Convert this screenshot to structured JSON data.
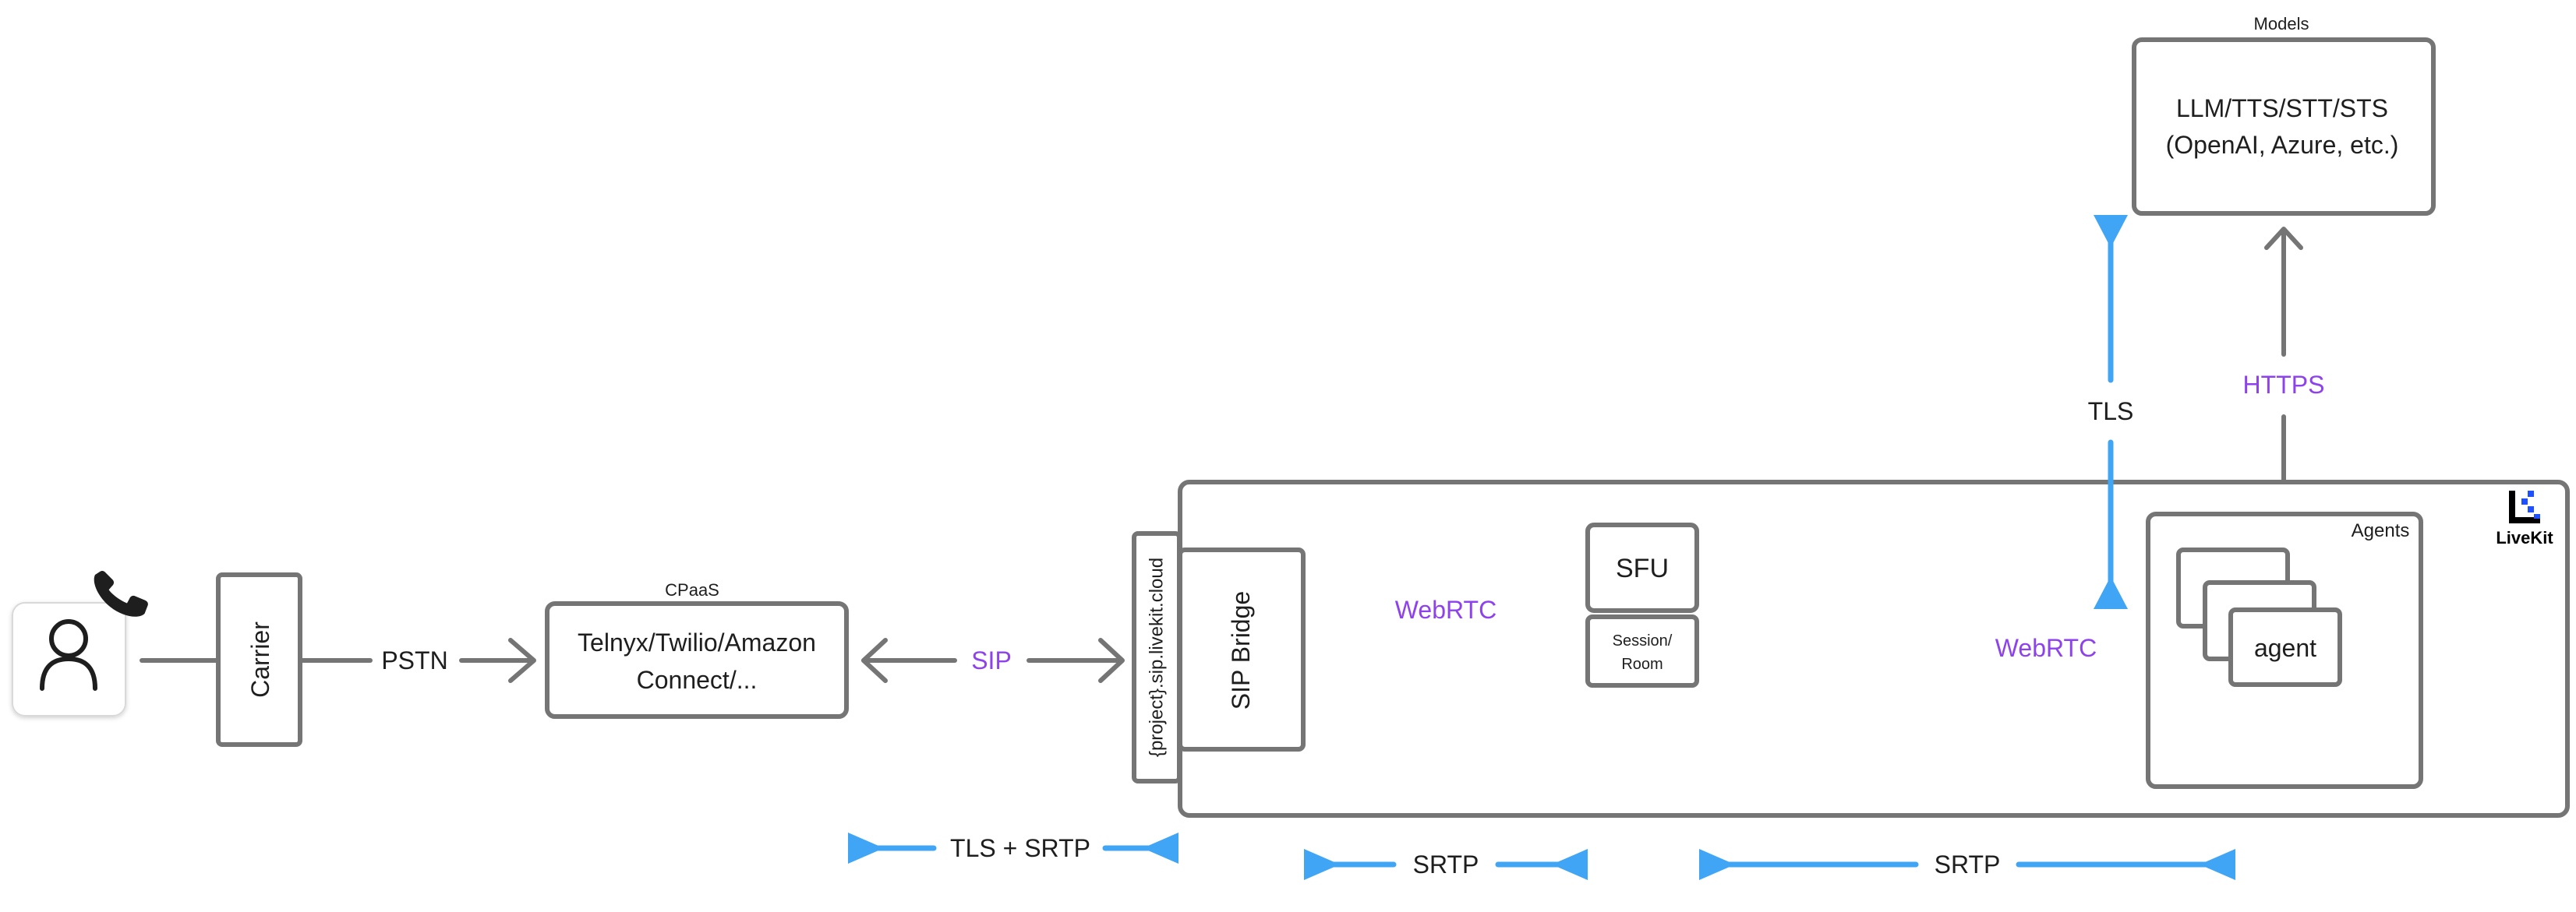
{
  "nodes": {
    "carrier": "Carrier",
    "cpaas_title": "CPaaS",
    "cpaas_line1": "Telnyx/Twilio/Amazon",
    "cpaas_line2": "Connect/...",
    "sip_domain": "{project}.sip.livekit.cloud",
    "sip_bridge": "SIP Bridge",
    "sfu": "SFU",
    "session_line1": "Session/",
    "session_line2": "Room",
    "agents_title": "Agents",
    "agent": "agent",
    "models_title": "Models",
    "models_line1": "LLM/TTS/STT/STS",
    "models_line2": "(OpenAI, Azure, etc.)",
    "livekit_logo": "LiveKit"
  },
  "connections": {
    "pstn": "PSTN",
    "sip": "SIP",
    "webrtc_bridge": "WebRTC",
    "webrtc_agent": "WebRTC",
    "https": "HTTPS",
    "tls": "TLS"
  },
  "security_bands": {
    "tls_srtp": "TLS + SRTP",
    "srtp_1": "SRTP",
    "srtp_2": "SRTP"
  },
  "colors": {
    "stroke": "#757575",
    "protocol_highlight": "#8d42ee",
    "security": "#41a5f5",
    "text": "#1e1e1e",
    "logo_blue": "#1f50ff"
  }
}
